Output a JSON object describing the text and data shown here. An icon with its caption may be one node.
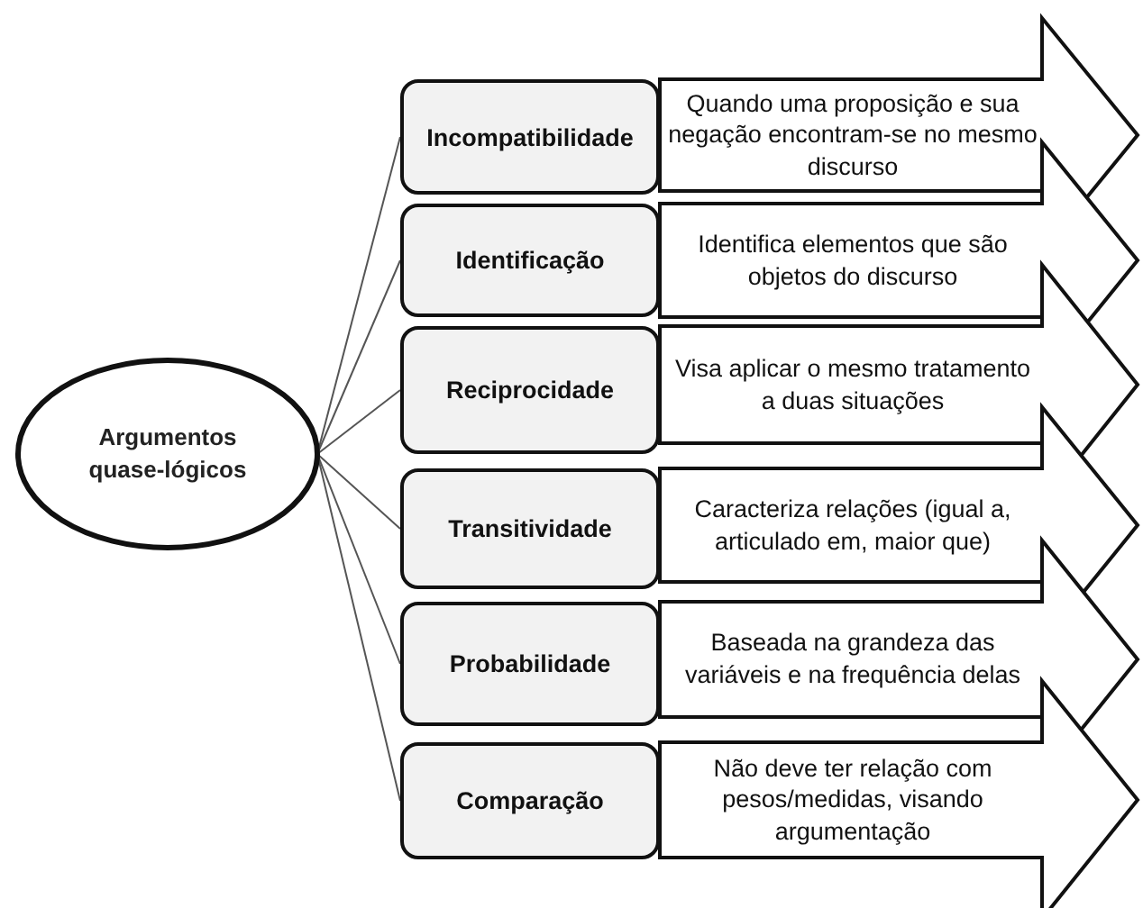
{
  "diagram": {
    "nodes": [
      {
        "text": [
          "Argumentos quase-lógicos"
        ]
      },
      {
        "text": [
          "Incompatibilidade"
        ]
      },
      {
        "text": [
          "Identificação"
        ]
      },
      {
        "text": [
          "Reciprocidade"
        ]
      },
      {
        "text": [
          "Transitividade"
        ]
      },
      {
        "text": [
          "Probabilidade"
        ]
      },
      {
        "text": [
          "Comparação"
        ]
      },
      {
        "text": [
          "Quando uma proposição e sua negação encontram-se no mesmo discurso"
        ]
      },
      {
        "text": [
          "Identifica elementos que são objetos do discurso"
        ]
      },
      {
        "text": [
          "Visa aplicar o mesmo tratamento a duas situações"
        ]
      },
      {
        "text": [
          "Caracteriza relações (igual a, articulado em, maior que)"
        ]
      },
      {
        "text": [
          "Baseada na grandeza das variáveis e na frequência delas"
        ]
      },
      {
        "text": [
          "Não deve ter relação com pesos/medidas, visando argumentação"
        ]
      }
    ],
    "edges": [
      {
        "from": 0,
        "to": 1,
        "arrow": "none"
      },
      {
        "from": 0,
        "to": 2,
        "arrow": "none"
      },
      {
        "from": 0,
        "to": 3,
        "arrow": "none"
      },
      {
        "from": 0,
        "to": 4,
        "arrow": "none"
      },
      {
        "from": 0,
        "to": 5,
        "arrow": "none"
      },
      {
        "from": 0,
        "to": 6,
        "arrow": "none"
      }
    ]
  }
}
